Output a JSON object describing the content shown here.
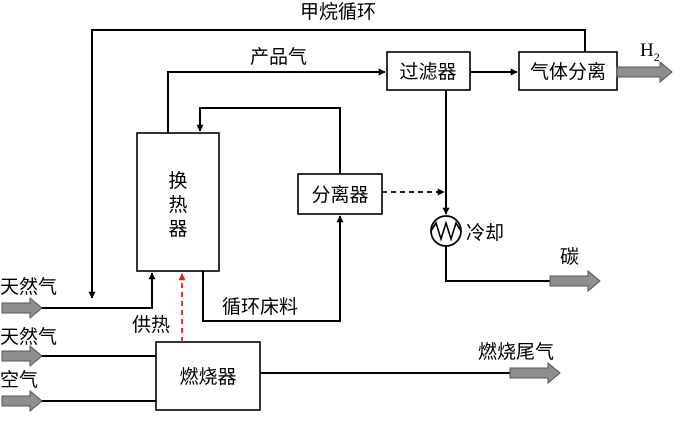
{
  "nodes": {
    "heat_exchanger": "换热器",
    "filter": "过滤器",
    "gas_separation": "气体分离",
    "separator": "分离器",
    "burner": "燃烧器"
  },
  "labels": {
    "methane_recycle": "甲烷循环",
    "product_gas": "产品气",
    "h2_main": "H",
    "h2_sub": "2",
    "cooling": "冷却",
    "carbon": "碳",
    "natural_gas_1": "天然气",
    "natural_gas_2": "天然气",
    "air": "空气",
    "heat_supply": "供热",
    "circulating_bed": "循环床料",
    "flue_gas": "燃烧尾气"
  },
  "colors": {
    "line": "#000000",
    "heat_line": "#e0201c",
    "fat_arrow": "#8f8f8f"
  }
}
